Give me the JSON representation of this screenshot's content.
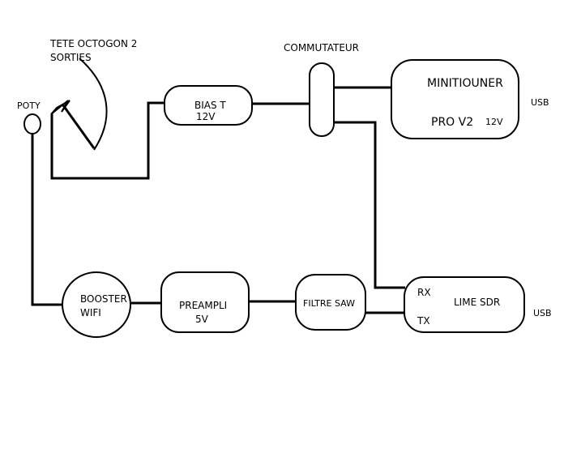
{
  "labels": {
    "lnb_title_1": "TETE OCTOGON 2",
    "lnb_title_2": "SORTIES",
    "poty": "POTY",
    "bias_t_1": "BIAS T",
    "bias_t_2": "12V",
    "commutateur": "COMMUTATEUR",
    "minitiouner_1": "MINITIOUNER",
    "minitiouner_2": "PRO V2",
    "minitiouner_3": "12V",
    "usb_top": "USB",
    "booster_1": "BOOSTER",
    "booster_2": "WIFI",
    "preampli_1": "PREAMPLI",
    "preampli_2": "5V",
    "filtre_saw": "FILTRE SAW",
    "lime_sdr": "LIME SDR",
    "lime_rx": "RX",
    "lime_tx": "TX",
    "usb_bottom": "USB"
  },
  "colors": {
    "line": "#000000",
    "background": "#ffffff"
  }
}
